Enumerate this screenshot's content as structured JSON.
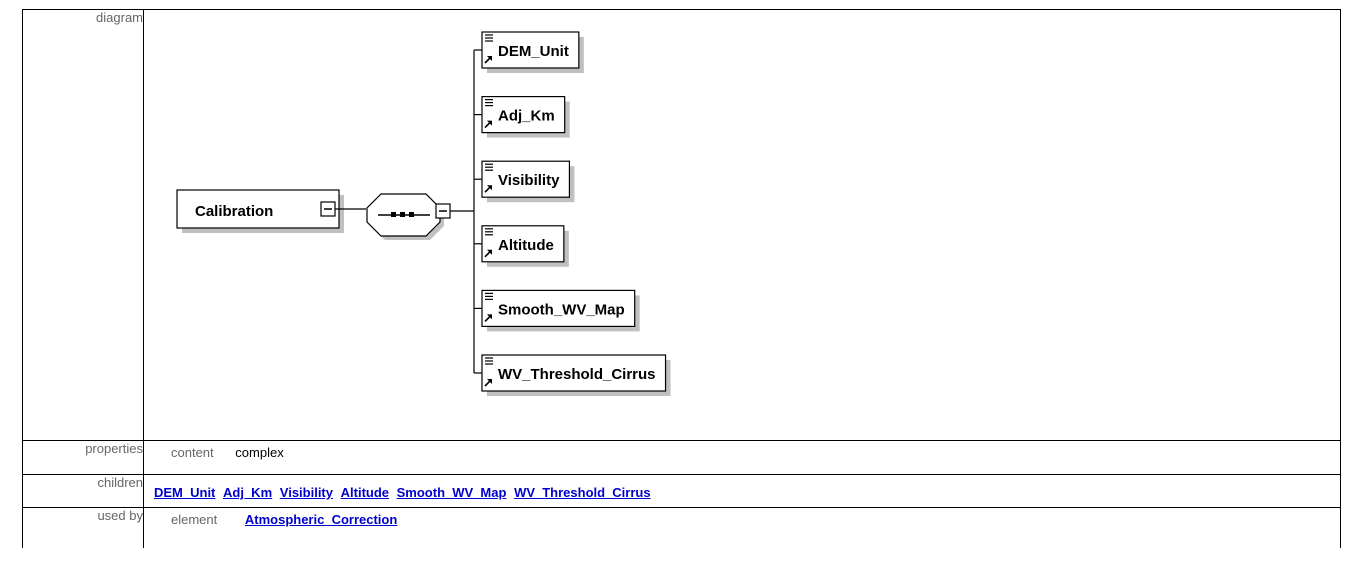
{
  "rows": {
    "diagram_label": "diagram",
    "properties_label": "properties",
    "children_label": "children",
    "used_by_label": "used by"
  },
  "diagram": {
    "root_element": "Calibration",
    "compositor": "sequence",
    "children": [
      "DEM_Unit",
      "Adj_Km",
      "Visibility",
      "Altitude",
      "Smooth_WV_Map",
      "WV_Threshold_Cirrus"
    ]
  },
  "properties": {
    "key": "content",
    "value": "complex"
  },
  "children_links": [
    "DEM_Unit",
    "Adj_Km",
    "Visibility",
    "Altitude",
    "Smooth_WV_Map",
    "WV_Threshold_Cirrus"
  ],
  "used_by": {
    "key": "element",
    "link": "Atmospheric_Correction"
  },
  "colors": {
    "link": "#0000cc",
    "label": "#666666",
    "shadow": "#c0c0c0"
  }
}
